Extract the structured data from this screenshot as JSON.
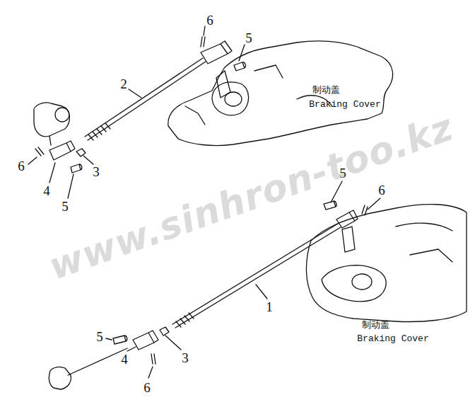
{
  "diagram": {
    "labels": [
      "6",
      "5",
      "2",
      "制动盖",
      "Braking Cover",
      "6",
      "3",
      "4",
      "5",
      "5",
      "6",
      "www.sinhron-too.kz",
      "1",
      "制动盖",
      "Braking Cover",
      "5",
      "4",
      "3",
      "6"
    ]
  }
}
